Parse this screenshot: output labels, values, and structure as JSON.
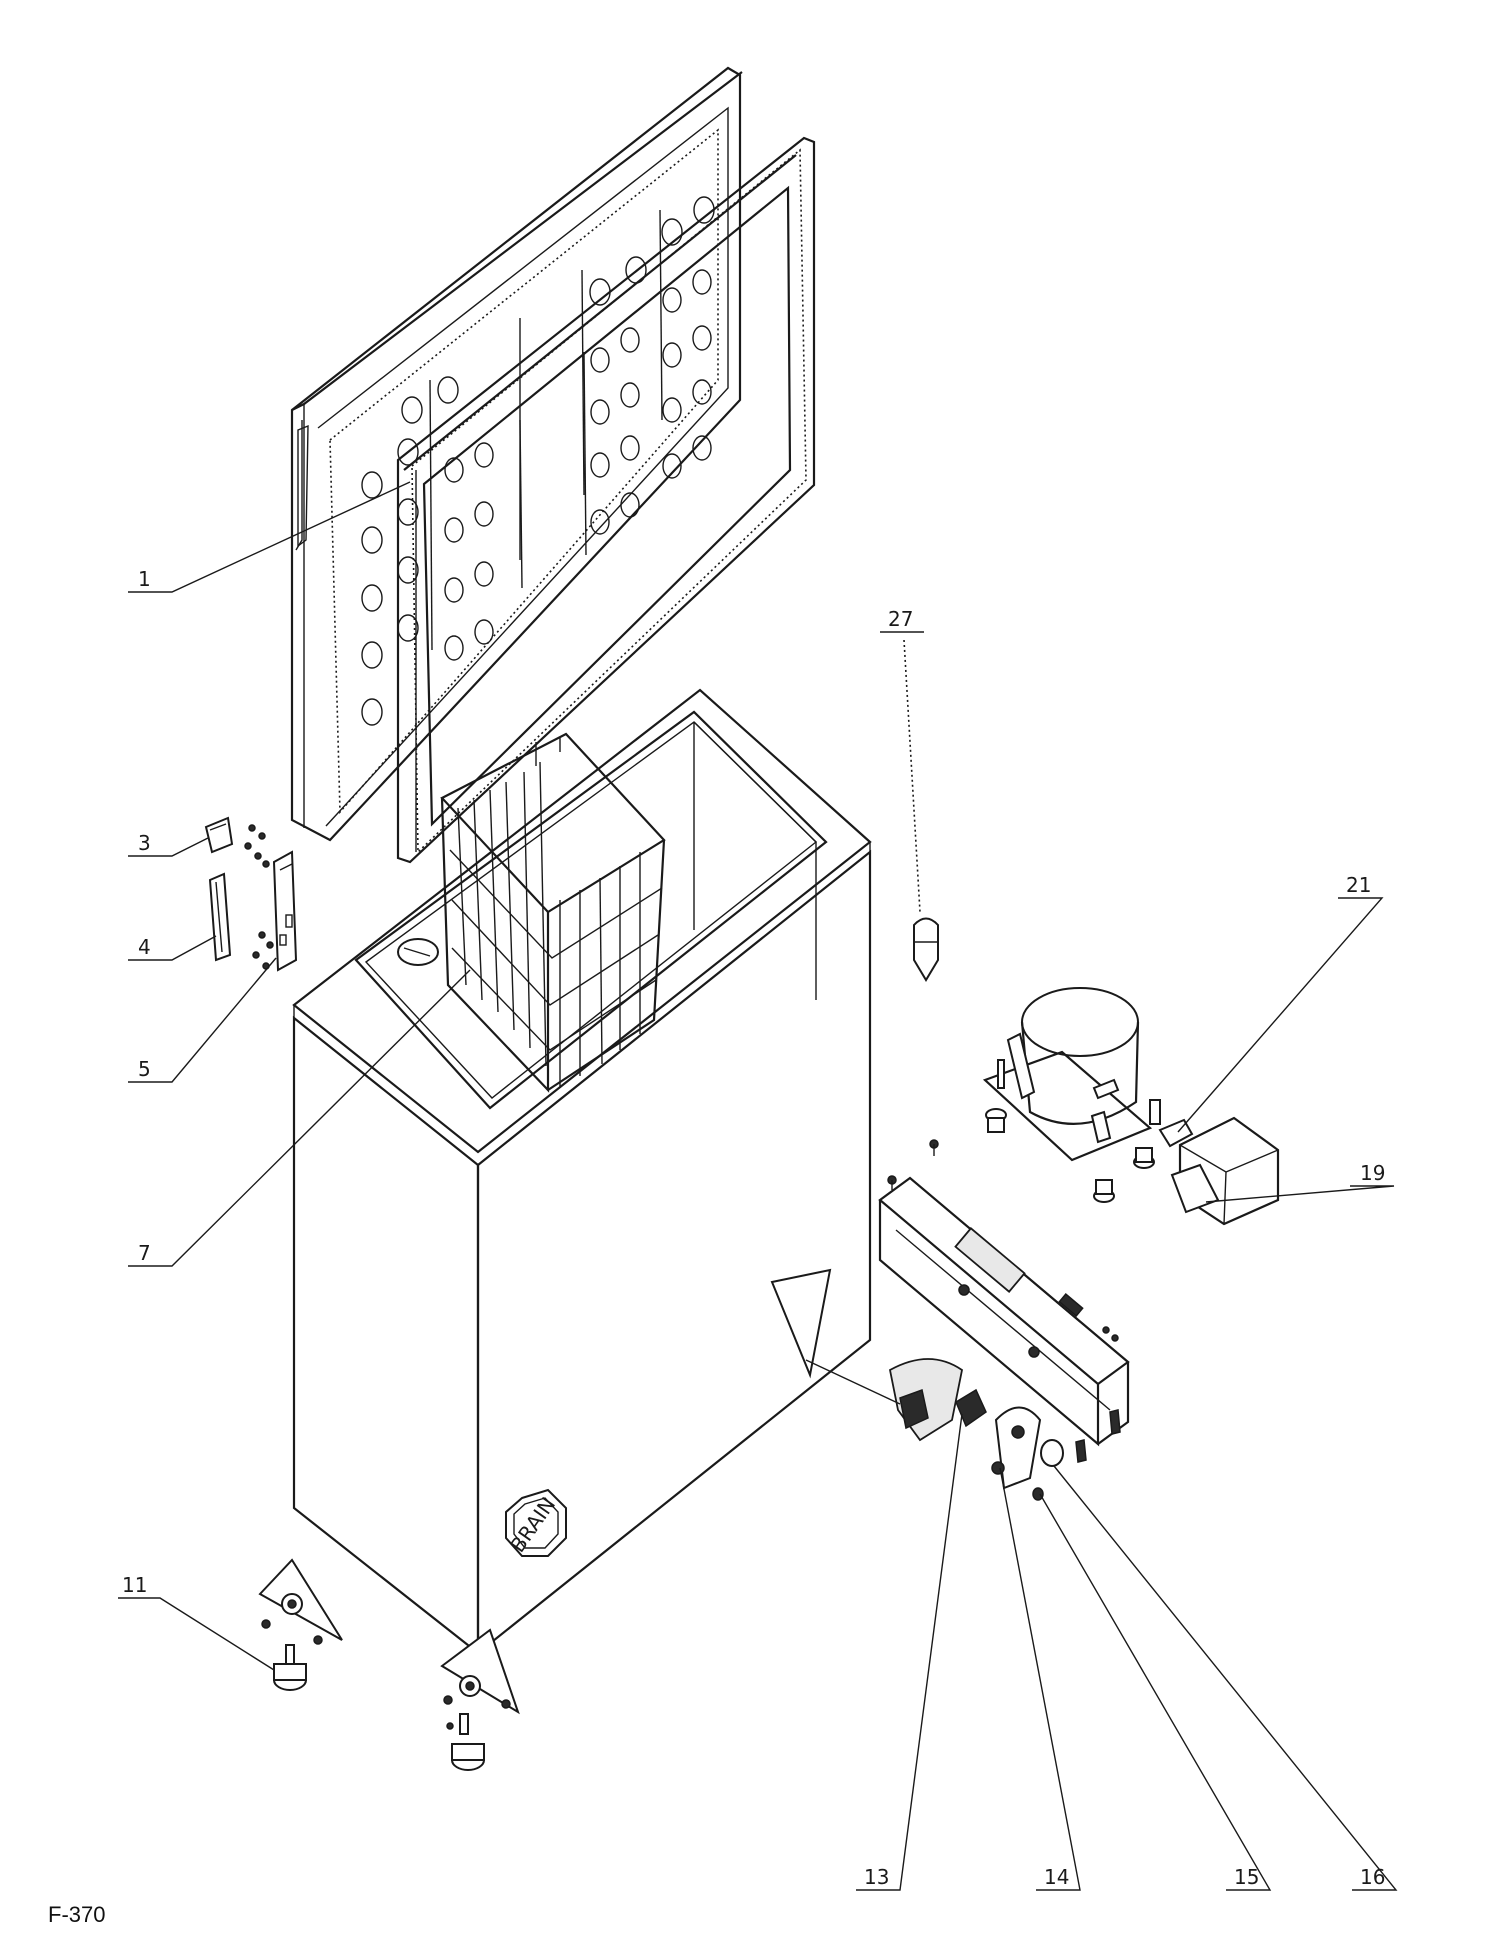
{
  "document": {
    "footer_code": "F-370"
  },
  "callouts": [
    {
      "id": "c1",
      "label": "1"
    },
    {
      "id": "c3",
      "label": "3"
    },
    {
      "id": "c4",
      "label": "4"
    },
    {
      "id": "c5",
      "label": "5"
    },
    {
      "id": "c7",
      "label": "7"
    },
    {
      "id": "c11",
      "label": "11"
    },
    {
      "id": "c13",
      "label": "13"
    },
    {
      "id": "c14",
      "label": "14"
    },
    {
      "id": "c15",
      "label": "15"
    },
    {
      "id": "c16",
      "label": "16"
    },
    {
      "id": "c19",
      "label": "19"
    },
    {
      "id": "c21",
      "label": "21"
    },
    {
      "id": "c27",
      "label": "27"
    }
  ],
  "badge": {
    "text": "BRAIN"
  }
}
